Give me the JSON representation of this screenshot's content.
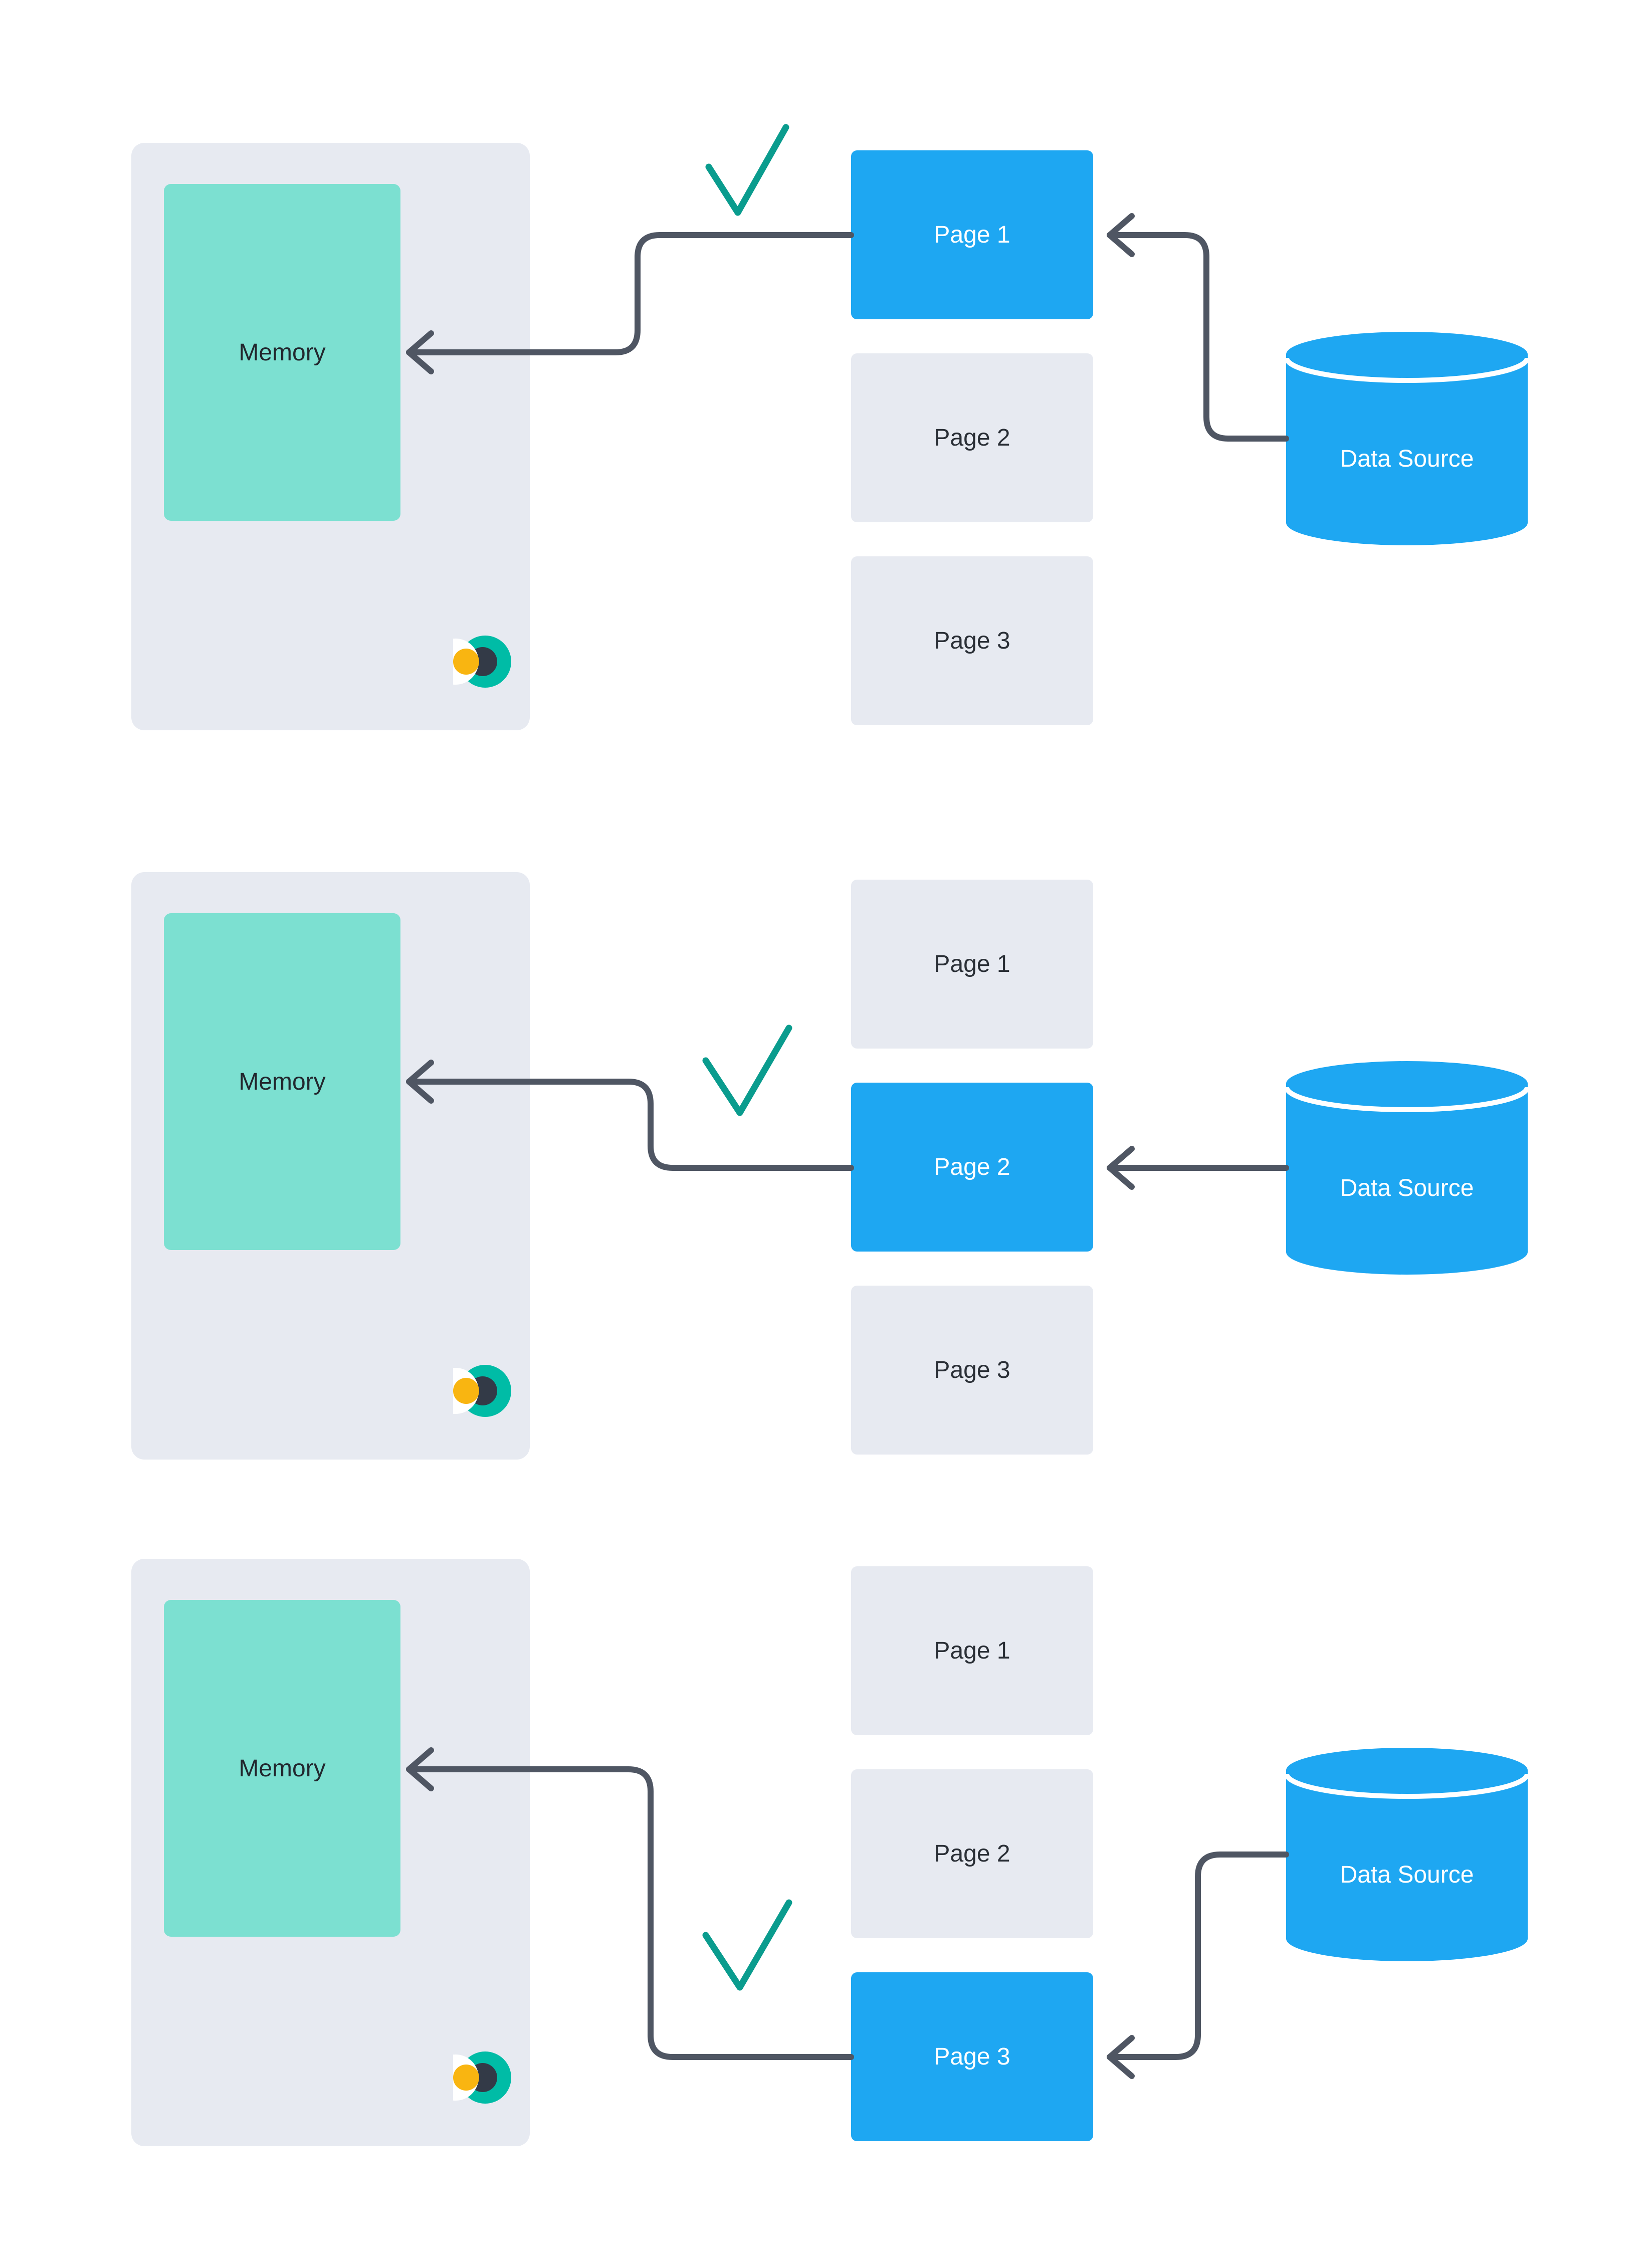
{
  "diagram": {
    "rows": [
      {
        "memory_label": "Memory",
        "pages": [
          {
            "label": "Page 1",
            "active": true
          },
          {
            "label": "Page 2",
            "active": false
          },
          {
            "label": "Page 3",
            "active": false
          }
        ],
        "datasource_label": "Data Source",
        "selected_page": "Page 1"
      },
      {
        "memory_label": "Memory",
        "pages": [
          {
            "label": "Page 1",
            "active": false
          },
          {
            "label": "Page 2",
            "active": true
          },
          {
            "label": "Page 3",
            "active": false
          }
        ],
        "datasource_label": "Data Source",
        "selected_page": "Page 2"
      },
      {
        "memory_label": "Memory",
        "pages": [
          {
            "label": "Page 1",
            "active": false
          },
          {
            "label": "Page 2",
            "active": false
          },
          {
            "label": "Page 3",
            "active": true
          }
        ],
        "datasource_label": "Data Source",
        "selected_page": "Page 3"
      }
    ],
    "colors": {
      "page_active_blue": "#1EA7F2",
      "page_inactive_gray": "#E7EAF1",
      "panel_gray": "#E7EAF1",
      "memory_teal": "#7CE0D1",
      "datasource_blue": "#1EA7F2",
      "arrow_slate": "#4F5663",
      "checkmark_teal": "#0A9C8E",
      "logo_teal": "#00BCA6",
      "logo_dark": "#333A47",
      "logo_yellow": "#F9B511",
      "text_dark": "#2A2F36",
      "text_light": "#FFFFFF"
    },
    "icons": {
      "logo": "educative-logo-icon",
      "checkmark": "checkmark-icon",
      "datasource": "database-cylinder-icon",
      "arrowhead": "arrow-left-icon"
    }
  }
}
